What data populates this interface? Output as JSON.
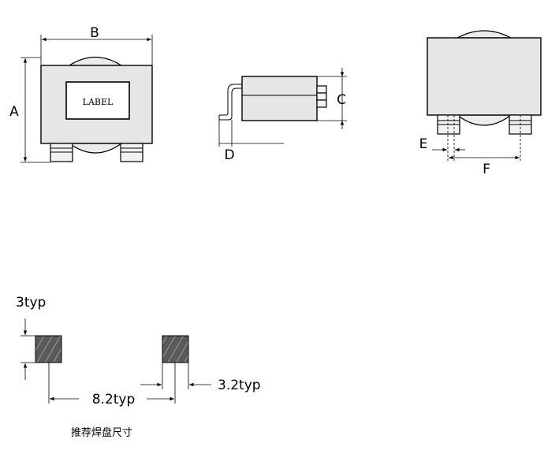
{
  "dimensions": {
    "a": "A",
    "b": "B",
    "c": "C",
    "d": "D",
    "e": "E",
    "f": "F"
  },
  "component": {
    "label_text": "LABEL"
  },
  "pad_layout": {
    "pad_height": "3typ",
    "pad_spacing": "8.2typ",
    "pad_width": "3.2typ",
    "caption": "推荐焊盘尺寸"
  },
  "colors": {
    "body": "#e6e6e6",
    "pad": "#5a5a5a",
    "line": "#000000"
  }
}
